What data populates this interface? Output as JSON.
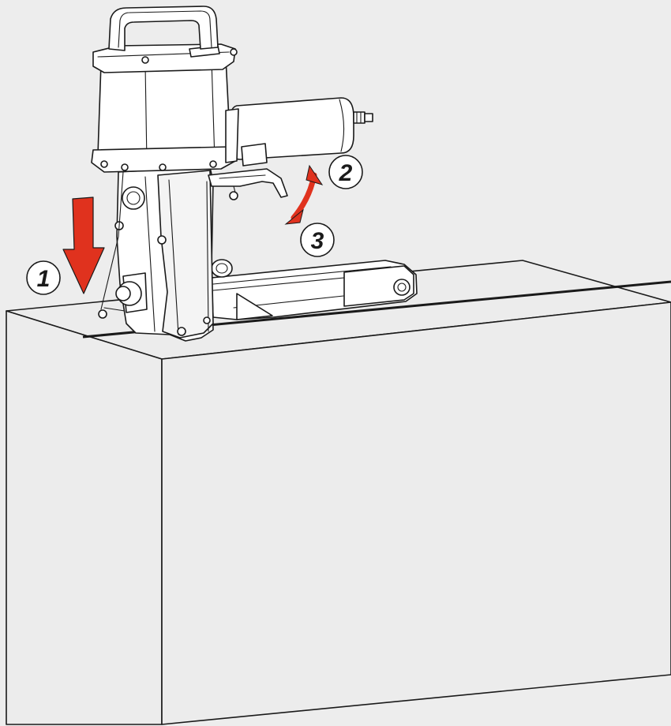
{
  "colors": {
    "background": "#ededed",
    "line": "#1a1a1a",
    "arrow_red": "#e0321e",
    "box_fill": "#ececec"
  },
  "steps": [
    {
      "label": "1",
      "icon": "down-arrow-icon"
    },
    {
      "label": "2",
      "icon": "curved-double-arrow-icon"
    },
    {
      "label": "3",
      "icon": "curved-double-arrow-icon"
    }
  ]
}
